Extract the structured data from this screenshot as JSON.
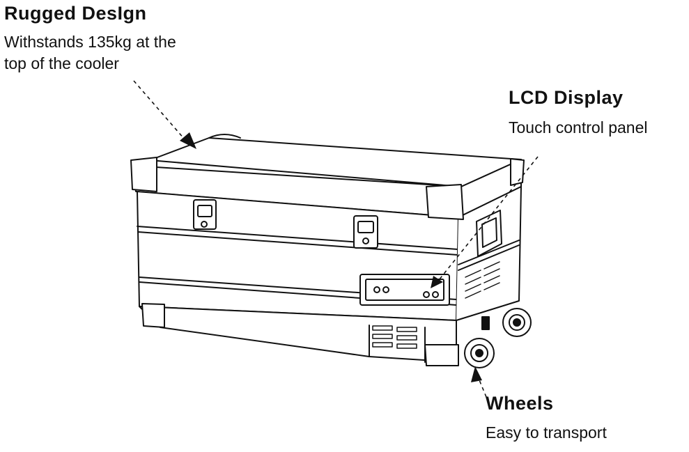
{
  "callouts": {
    "rugged": {
      "title": "Rugged DesIgn",
      "line1": "Withstands 135kg at the",
      "line2": "top of the cooler"
    },
    "lcd": {
      "title": "LCD Display",
      "line1": "Touch control panel"
    },
    "wheels": {
      "title": "Wheels",
      "line1": "Easy to transport"
    }
  },
  "colors": {
    "ink": "#111111",
    "background": "#ffffff"
  }
}
